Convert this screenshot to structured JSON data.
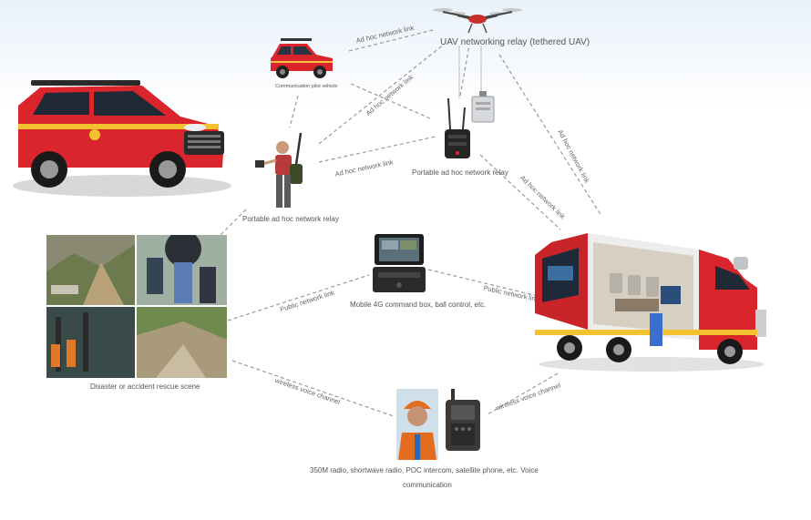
{
  "nodes": {
    "uav": "UAV networking relay (tethered UAV)",
    "pilot_vehicle": "Communication pilot vehicle",
    "portable_relay_person": "Portable ad hoc network relay",
    "portable_relay_device": "Portable ad hoc network relay",
    "command_box": "Mobile 4G command box, ball control, etc.",
    "rescue_scene": "Disaster or accident rescue scene",
    "voice_line1": "350M radio, shortwave radio, POC intercom, satellite phone, etc. Voice",
    "voice_line2": "communication"
  },
  "links": {
    "adhoc_1": "Ad hoc network link",
    "adhoc_2": "Ad hoc network link",
    "adhoc_3": "Ad hoc network link",
    "adhoc_4": "Ad hoc network link",
    "adhoc_5": "Ad hoc network link",
    "public_1": "Public network link",
    "public_2": "Public network link",
    "voice_1": "wireless voice channel",
    "voice_2": "wireless voice channel"
  },
  "colors": {
    "vehicle_red": "#d9252b",
    "link_line": "#9a9a9a",
    "label_text": "#666666"
  }
}
